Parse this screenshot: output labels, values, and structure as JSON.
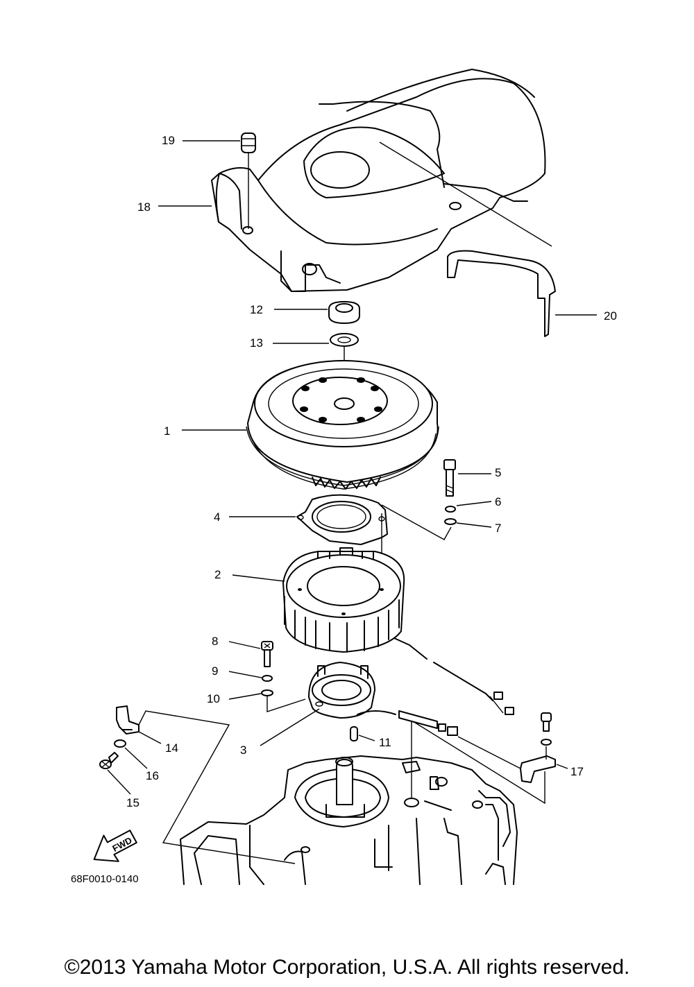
{
  "callouts": {
    "p1": "1",
    "p2": "2",
    "p3": "3",
    "p4": "4",
    "p5": "5",
    "p6": "6",
    "p7": "7",
    "p8": "8",
    "p9": "9",
    "p10": "10",
    "p11": "11",
    "p12": "12",
    "p13": "13",
    "p14": "14",
    "p15": "15",
    "p16": "16",
    "p17": "17",
    "p18": "18",
    "p19": "19",
    "p20": "20"
  },
  "fwd_label": "FWD",
  "diagram_code": "68F0010-0140",
  "copyright": "©2013 Yamaha Motor Corporation, U.S.A. All rights reserved."
}
